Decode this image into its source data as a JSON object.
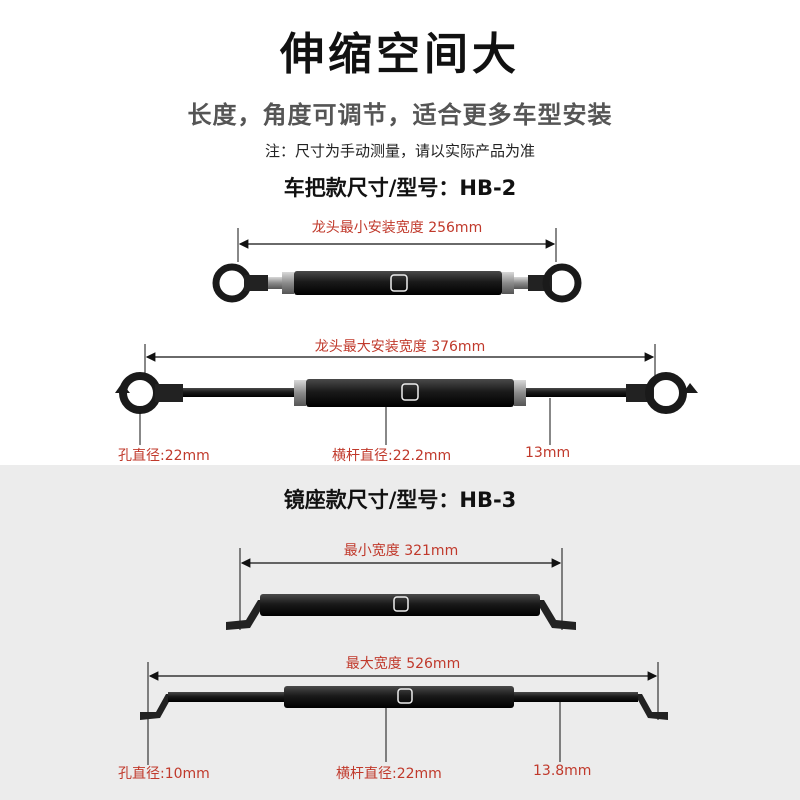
{
  "header": {
    "title": "伸缩空间大",
    "subtitle": "长度，角度可调节，适合更多车型安装",
    "note": "注：尺寸为手动测量，请以实际产品为准"
  },
  "model_hb2": {
    "heading": "车把款尺寸/型号：HB-2",
    "min_width_label": "龙头最小安装宽度 256mm",
    "max_width_label": "龙头最大安装宽度 376mm",
    "hole_label": "孔直径:22mm",
    "bar_label": "横杆直径:22.2mm",
    "rod_label": "13mm"
  },
  "model_hb3": {
    "heading": "镜座款尺寸/型号：HB-3",
    "min_width_label": "最小宽度 321mm",
    "max_width_label": "最大宽度 526mm",
    "hole_label": "孔直径:10mm",
    "bar_label": "横杆直径:22mm",
    "rod_label": "13.8mm"
  },
  "colors": {
    "accent_red": "#c0392b",
    "bar_black": "#1a1a1a",
    "metal_gray": "#8a8a8a",
    "lower_bg": "#ececec"
  }
}
